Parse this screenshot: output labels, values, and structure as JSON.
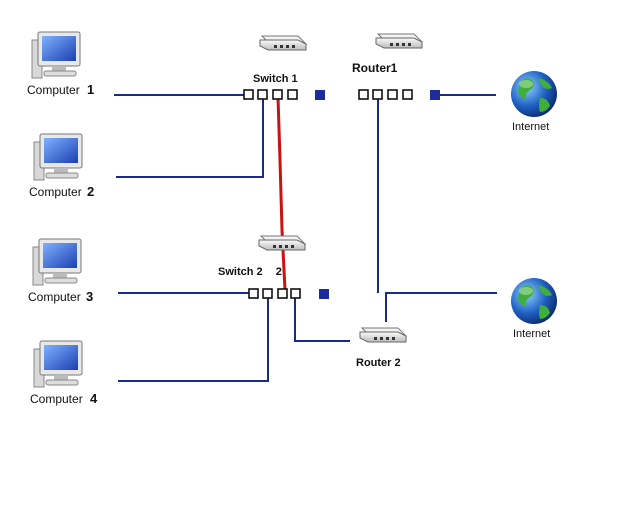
{
  "computers": [
    {
      "label": "Computer",
      "num": "1"
    },
    {
      "label": "Computer",
      "num": "2"
    },
    {
      "label": "Computer",
      "num": "3"
    },
    {
      "label": "Computer",
      "num": "4"
    }
  ],
  "switches": [
    {
      "label": "Switch 1"
    },
    {
      "label": "Switch 2",
      "extra": "2"
    }
  ],
  "routers": [
    {
      "label": "Router1"
    },
    {
      "label": "Router 2"
    }
  ],
  "internet": [
    {
      "label": "Internet"
    },
    {
      "label": "Internet"
    }
  ],
  "colors": {
    "link": "#1a2a8a",
    "trunk": "#cc1111",
    "port_fill": "#1c2c9c",
    "globe_ocean": "#1f5fc2",
    "globe_land": "#3fae3a",
    "monitor_screen": "#2a5fd0",
    "device_body": "#e6e6e6"
  },
  "icons": [
    "computer-icon",
    "switch-icon",
    "router-icon",
    "globe-icon"
  ]
}
